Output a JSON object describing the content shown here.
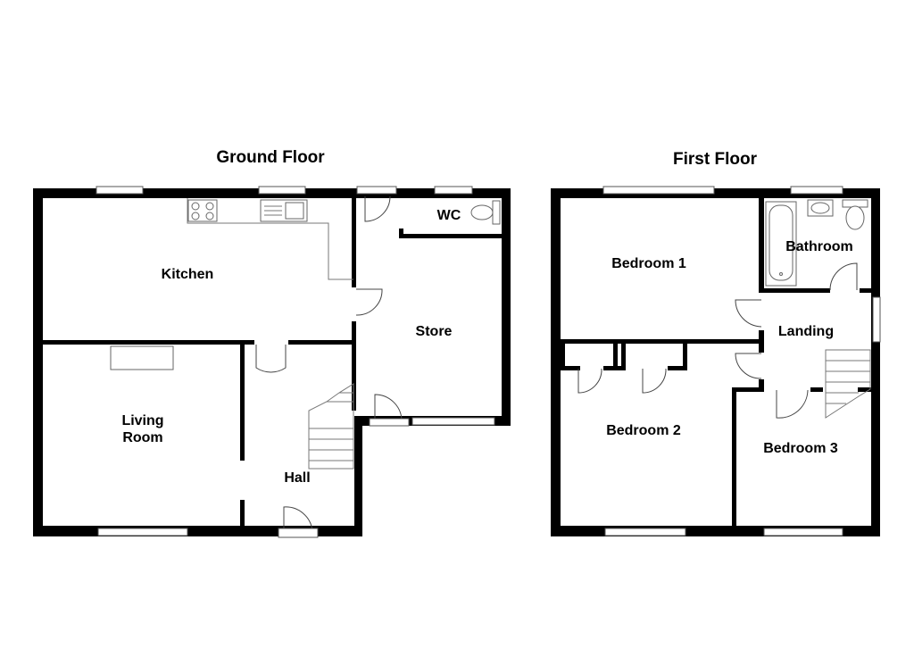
{
  "floors": {
    "ground": {
      "title": "Ground Floor",
      "rooms": {
        "kitchen": "Kitchen",
        "living_line1": "Living",
        "living_line2": "Room",
        "hall": "Hall",
        "store": "Store",
        "wc": "WC"
      }
    },
    "first": {
      "title": "First Floor",
      "rooms": {
        "bedroom1": "Bedroom 1",
        "bedroom2": "Bedroom 2",
        "bedroom3": "Bedroom 3",
        "bathroom": "Bathroom",
        "landing": "Landing"
      }
    }
  }
}
